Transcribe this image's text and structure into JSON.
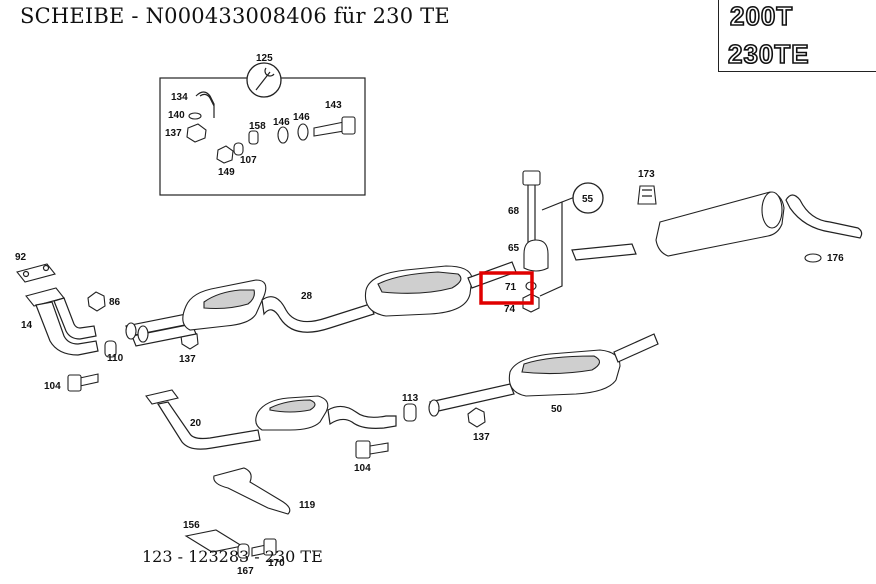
{
  "header": {
    "title": "SCHEIBE  - N000433008406 für 230 TE"
  },
  "badges": {
    "line1": "200T",
    "line2": "230TE"
  },
  "footer": {
    "text": "123 - 123283 - 230 TE"
  },
  "highlight_label": "71",
  "parts": {
    "p125": "125",
    "p134": "134",
    "p140": "140",
    "p137a": "137",
    "p158": "158",
    "p146a": "146",
    "p146b": "146",
    "p143": "143",
    "p107": "107",
    "p149": "149",
    "p92": "92",
    "p86": "86",
    "p14": "14",
    "p110": "110",
    "p137b": "137",
    "p28": "28",
    "p104a": "104",
    "p68": "68",
    "p65": "65",
    "p55": "55",
    "p74": "74",
    "p173": "173",
    "p176": "176",
    "p20": "20",
    "p113": "113",
    "p137c": "137",
    "p50": "50",
    "p104b": "104",
    "p119": "119",
    "p156": "156",
    "p167": "167",
    "p170": "170"
  },
  "colors": {
    "highlight": "#e00000",
    "line": "#222222",
    "shade": "#cfcfcf"
  }
}
